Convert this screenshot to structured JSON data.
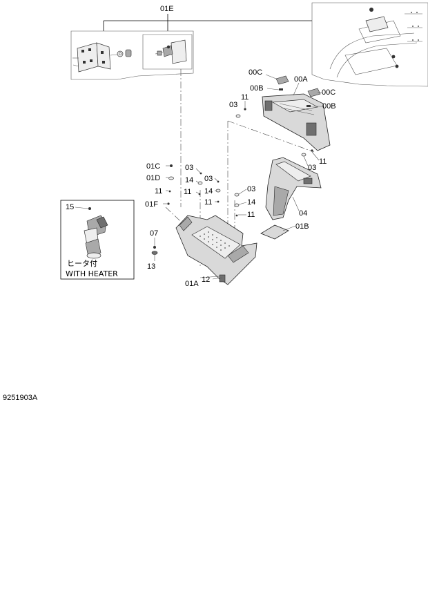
{
  "labels": {
    "part_01E": "01E",
    "part_00C_top": "00C",
    "part_00A": "00A",
    "part_00B_top": "00B",
    "part_11_top": "11",
    "part_03_top": "03",
    "part_00C_right": "00C",
    "part_00B_right": "00B",
    "part_11_right": "11",
    "part_03_right": "03",
    "part_01C": "01C",
    "part_01D": "01D",
    "part_11_left": "11",
    "part_01F": "01F",
    "part_03_mid": "03",
    "part_14_mid": "14",
    "part_03_mid2": "03",
    "part_11_mid": "11",
    "part_14_mid2": "14",
    "part_11_mid2": "11",
    "part_03_center": "03",
    "part_14_center": "14",
    "part_11_center": "11",
    "part_04": "04",
    "part_01B": "01B",
    "part_07": "07",
    "part_13": "13",
    "part_01A": "01A",
    "part_12": "12",
    "part_15": "15"
  },
  "inset_heater": {
    "caption_jp": "ヒータ付",
    "caption_en": "WITH HEATER"
  },
  "drawing_number": "9251903A"
}
